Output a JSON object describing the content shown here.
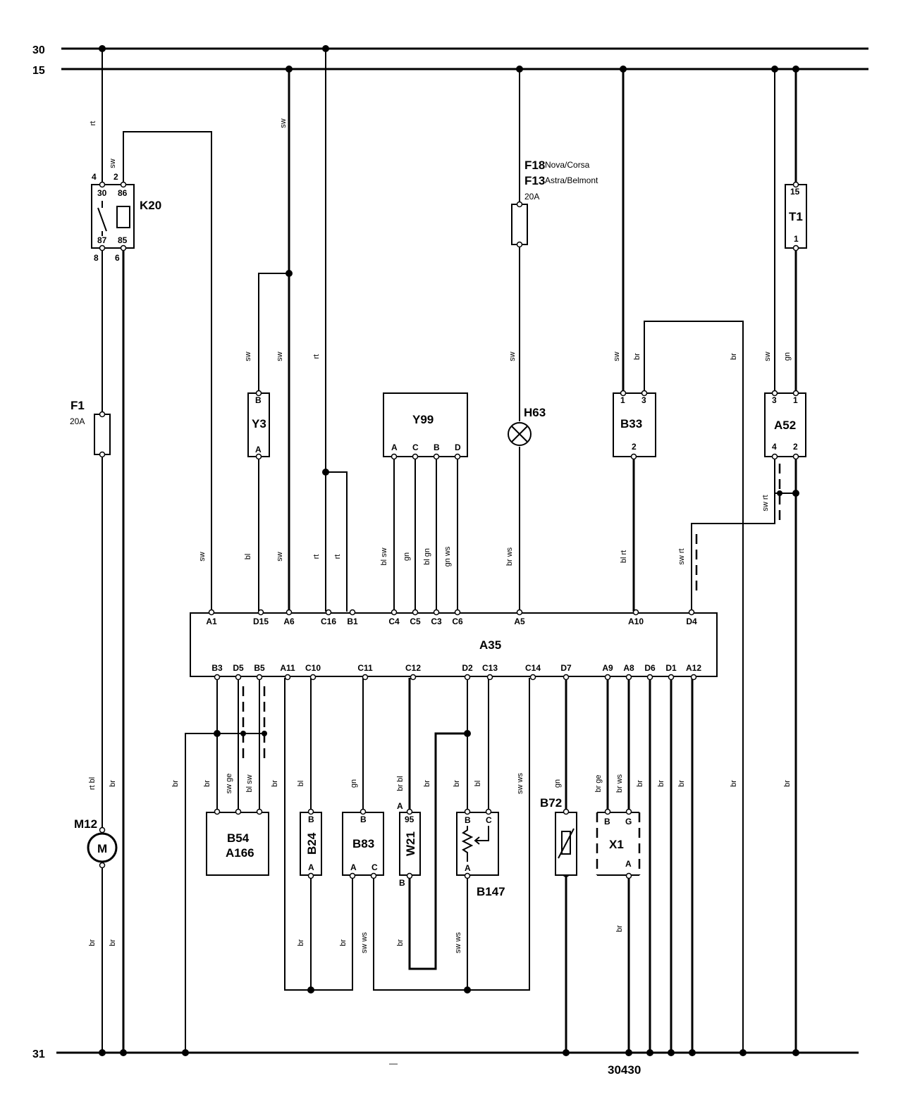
{
  "rails": {
    "r30": "30",
    "r15": "15",
    "r31": "31"
  },
  "diagram_number": "30430",
  "bottom_mark": "—",
  "components": {
    "K20": "K20",
    "F1": "F1",
    "F1_rating": "20A",
    "M12": "M12",
    "M_symbol": "M",
    "Y3": "Y3",
    "Y99": "Y99",
    "H63": "H63",
    "F18": "F18",
    "F18_note": "Nova/Corsa",
    "F13": "F13",
    "F13_note": "Astra/Belmont",
    "F_rating": "20A",
    "B33": "B33",
    "A52": "A52",
    "T1": "T1",
    "A35": "A35",
    "B54": "B54",
    "A166": "A166",
    "B24": "B24",
    "B83": "B83",
    "W21": "W21",
    "B147": "B147",
    "B72": "B72",
    "X1": "X1"
  },
  "pins": {
    "k20_4": "4",
    "k20_2": "2",
    "k20_8": "8",
    "k20_6": "6",
    "k20_30": "30",
    "k20_86": "86",
    "k20_87": "87",
    "k20_85": "85",
    "y3_b": "B",
    "y3_a": "A",
    "y99_a": "A",
    "y99_c": "C",
    "y99_b": "B",
    "y99_d": "D",
    "b33_1": "1",
    "b33_3": "3",
    "b33_2": "2",
    "a52_3": "3",
    "a52_1": "1",
    "a52_4": "4",
    "a52_2": "2",
    "t1_15": "15",
    "t1_1": "1",
    "a35_top": [
      "A1",
      "D15",
      "A6",
      "C16",
      "B1",
      "C4",
      "C5",
      "C3",
      "C6",
      "A5",
      "A10",
      "D4"
    ],
    "a35_bottom": [
      "B3",
      "D5",
      "B5",
      "A11",
      "C10",
      "C11",
      "C12",
      "D2",
      "C13",
      "C14",
      "D7",
      "A9",
      "A8",
      "D6",
      "D1",
      "A12"
    ],
    "b24_b": "B",
    "b24_a": "A",
    "b83_b": "B",
    "b83_a": "A",
    "b83_c": "C",
    "w21_a": "A",
    "w21_95": "95",
    "w21_b": "B",
    "b147_b": "B",
    "b147_c": "C",
    "b147_a": "A",
    "x1_b": "B",
    "x1_g": "G",
    "x1_a": "A"
  },
  "wire_colors": [
    "rt",
    "sw",
    "sw",
    "sw",
    "rt",
    "sw",
    "sw",
    "sw",
    "br",
    "br",
    "sw",
    "gn",
    "sw",
    "bl",
    "sw",
    "rt",
    "rt",
    "bl sw",
    "gn",
    "bl gn",
    "gn ws",
    "br ws",
    "bl rt",
    "sw rt",
    "sw rt",
    "rt bl",
    "br",
    "br",
    "br",
    "sw ge",
    "bl sw",
    "br",
    "bl",
    "gn",
    "br bl",
    "br",
    "br",
    "bl",
    "sw ws",
    "gn",
    "br ge",
    "br ws",
    "br",
    "br",
    "br",
    "br",
    "br",
    "br",
    "br",
    "br",
    "br",
    "sw ws",
    "br",
    "sw ws",
    "br"
  ]
}
